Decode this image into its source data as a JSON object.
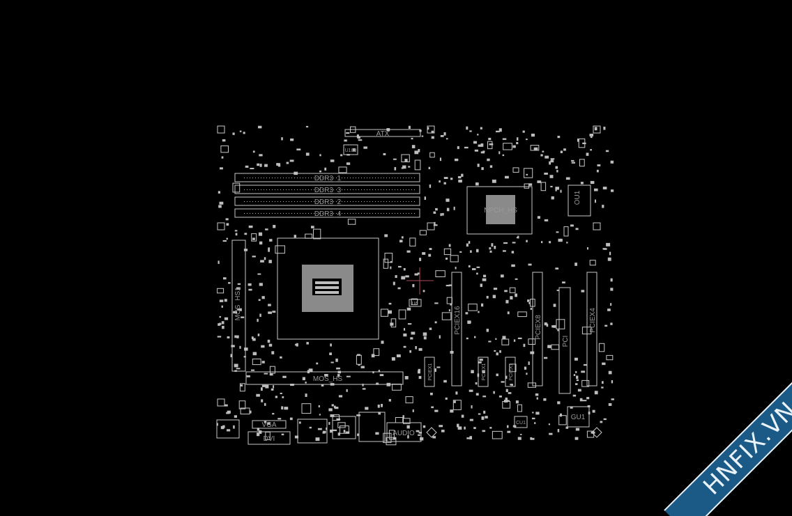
{
  "viewer": {
    "background": "#000000",
    "outline_color": "#c8c8c8",
    "cursor_color": "#b04a5a"
  },
  "labels": {
    "atx": "ATX",
    "u180": "U180",
    "ddr1": "DDR3_1",
    "ddr3": "DDR3_3",
    "ddr2": "DDR3_2",
    "ddr4": "DDR3_4",
    "pch": "NPCH_HS",
    "ou1": "OU1",
    "u6": "U6",
    "hs1": "HS1",
    "mos": "MOS",
    "mos_hs": "MOS_HS",
    "pciex16": "PCIEX16",
    "pciex1_1": "PCIEX1",
    "pciex1_2": "PCIEX1",
    "pciex1_3": "PCIEX1",
    "pciex8": "PCIEX8",
    "pci": "PCI",
    "pciex4": "PCIEX4",
    "gu1": "GU1",
    "cu1": "CU1",
    "vga": "VGA",
    "dvi": "DVI",
    "audio": "AUDIO"
  },
  "watermark": {
    "text": "HNFIX.VN",
    "band_color": "#1b5a86",
    "accent_color": "#e02020"
  }
}
